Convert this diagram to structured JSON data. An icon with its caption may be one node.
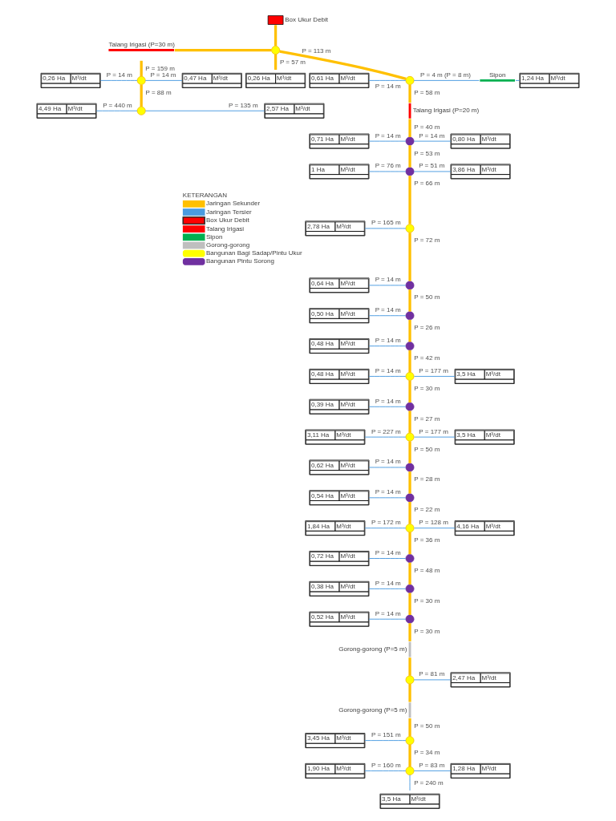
{
  "diagram": {
    "nodes": [
      {
        "text": [],
        "shape": "box",
        "beside": [
          "Box Ukur Debit"
        ]
      },
      {
        "text": [],
        "shape": "bar",
        "beside": [
          "Talang Irigasi (P=30 m)"
        ]
      },
      {
        "text": [],
        "shape": "circle"
      },
      {
        "text": [],
        "shape": "circle"
      },
      {
        "text": [
          "0,26 Ha",
          "M³/dt"
        ]
      },
      {
        "text": [
          "0,47 Ha",
          "M³/dt"
        ]
      },
      {
        "text": [
          "0,61 Ha",
          "M³/dt"
        ]
      },
      {
        "text": [],
        "shape": "circle"
      },
      {
        "text": [],
        "shape": "bar",
        "beside": [
          "Sipon"
        ]
      },
      {
        "text": [
          "1,24 Ha",
          "M³/dt"
        ]
      },
      {
        "text": [
          "0,26 Ha",
          "M³/dt"
        ]
      },
      {
        "text": [],
        "shape": "bar",
        "beside": [
          "Talang Irigasi (P=20 m)"
        ]
      },
      {
        "text": [],
        "shape": "circle"
      },
      {
        "text": [
          "4,49 Ha",
          "M³/dt"
        ]
      },
      {
        "text": [
          "2,57 Ha",
          "M³/dt"
        ]
      },
      {
        "text": [
          "0,71 Ha",
          "M³/dt"
        ]
      },
      {
        "text": [],
        "shape": "circle"
      },
      {
        "text": [
          "0,80 Ha",
          "M³/dt"
        ]
      },
      {
        "text": [
          "1 Ha",
          "M³/dt"
        ]
      },
      {
        "text": [],
        "shape": "circle"
      },
      {
        "text": [
          "3,86 Ha",
          "M³/dt"
        ]
      },
      {
        "text": [
          "2,78 Ha",
          "M³/dt"
        ]
      },
      {
        "text": [],
        "shape": "circle"
      },
      {
        "text": [
          "0,64 Ha",
          "M³/dt"
        ]
      },
      {
        "text": [],
        "shape": "circle"
      },
      {
        "text": [
          "0,50 Ha",
          "M³/dt"
        ]
      },
      {
        "text": [],
        "shape": "circle"
      },
      {
        "text": [
          "0,48 Ha",
          "M³/dt"
        ]
      },
      {
        "text": [],
        "shape": "circle"
      },
      {
        "text": [
          "0,48 Ha",
          "M³/dt"
        ]
      },
      {
        "text": [],
        "shape": "circle"
      },
      {
        "text": [
          "3,5 Ha",
          "M³/dt"
        ]
      },
      {
        "text": [
          "0,39 Ha",
          "M³/dt"
        ]
      },
      {
        "text": [],
        "shape": "circle"
      },
      {
        "text": [
          "3,11 Ha",
          "M³/dt"
        ]
      },
      {
        "text": [],
        "shape": "circle"
      },
      {
        "text": [
          "3,5 Ha",
          "M³/dt"
        ]
      },
      {
        "text": [
          "0,62 Ha",
          "M³/dt"
        ]
      },
      {
        "text": [],
        "shape": "circle"
      },
      {
        "text": [
          "0,54 Ha",
          "M³/dt"
        ]
      },
      {
        "text": [],
        "shape": "circle"
      },
      {
        "text": [
          "1,84 Ha",
          "M³/dt"
        ]
      },
      {
        "text": [],
        "shape": "circle"
      },
      {
        "text": [
          "4,16 Ha",
          "M³/dt"
        ]
      },
      {
        "text": [
          "0,72 Ha",
          "M³/dt"
        ]
      },
      {
        "text": [],
        "shape": "circle"
      },
      {
        "text": [
          "0,38 Ha",
          "M³/dt"
        ]
      },
      {
        "text": [],
        "shape": "circle"
      },
      {
        "text": [
          "0,52 Ha",
          "M³/dt"
        ]
      },
      {
        "text": [],
        "shape": "circle"
      },
      {
        "text": [],
        "shape": "bar",
        "beside": [
          "Gorong-gorong (P=5 m)"
        ]
      },
      {
        "text": [],
        "shape": "circle"
      },
      {
        "text": [
          "2,47 Ha",
          "M³/dt"
        ]
      },
      {
        "text": [],
        "shape": "bar",
        "beside": [
          "Gorong-gorong (P=5 m)"
        ]
      },
      {
        "text": [
          "3,45 Ha",
          "M³/dt"
        ]
      },
      {
        "text": [],
        "shape": "circle"
      },
      {
        "text": [
          "1,90 Ha",
          "M³/dt"
        ]
      },
      {
        "text": [],
        "shape": "circle"
      },
      {
        "text": [
          "1,28 Ha",
          "M³/dt"
        ]
      },
      {
        "text": [
          "3,5 Ha",
          "M³/dt"
        ]
      }
    ],
    "edges": [
      {
        "from": 0,
        "to": 2,
        "arrow": "none",
        "style": "thick",
        "color": "#ffc000"
      },
      {
        "from": 2,
        "to": 1,
        "arrow": "none",
        "style": "thick",
        "color": "#ffc000"
      },
      {
        "from": 1,
        "to": 3,
        "arrow": "none",
        "label": "P = 159 m",
        "style": "thick",
        "color": "#ffc000"
      },
      {
        "from": 2,
        "to": 10,
        "arrow": "none",
        "label": "P = 57 m",
        "style": "thick",
        "color": "#ffc000"
      },
      {
        "from": 2,
        "to": 7,
        "arrow": "none",
        "label": "P = 113 m",
        "style": "thick",
        "color": "#ffc000"
      },
      {
        "from": 3,
        "to": 4,
        "arrow": "none",
        "label": "P = 14 m"
      },
      {
        "from": 3,
        "to": 5,
        "arrow": "none",
        "label": "P = 14 m"
      },
      {
        "from": 3,
        "to": 12,
        "arrow": "none",
        "label": "P = 88 m",
        "style": "thick",
        "color": "#ffc000"
      },
      {
        "from": 12,
        "to": 13,
        "arrow": "none",
        "label": "P = 440 m"
      },
      {
        "from": 12,
        "to": 14,
        "arrow": "none",
        "label": "P = 135 m"
      },
      {
        "from": 7,
        "to": 6,
        "arrow": "none",
        "label": "P = 14 m"
      },
      {
        "from": 7,
        "to": 8,
        "arrow": "none",
        "label": "P = 4 m (P = 8 m)"
      },
      {
        "from": 8,
        "to": 9,
        "arrow": "none"
      },
      {
        "from": 7,
        "to": 11,
        "arrow": "none",
        "label": "P = 58 m",
        "style": "thick",
        "color": "#ffc000"
      },
      {
        "from": 11,
        "to": 16,
        "arrow": "none",
        "label": "P = 40 m",
        "style": "thick",
        "color": "#ffc000"
      },
      {
        "from": 16,
        "to": 15,
        "arrow": "none",
        "label": "P = 14 m"
      },
      {
        "from": 16,
        "to": 17,
        "arrow": "none",
        "label": "P = 14 m"
      },
      {
        "from": 16,
        "to": 19,
        "arrow": "none",
        "label": "P = 53 m",
        "style": "thick",
        "color": "#ffc000"
      },
      {
        "from": 19,
        "to": 18,
        "arrow": "none",
        "label": "P = 76 m"
      },
      {
        "from": 19,
        "to": 20,
        "arrow": "none",
        "label": "P = 51 m"
      },
      {
        "from": 19,
        "to": 22,
        "arrow": "none",
        "label": "P = 66 m",
        "style": "thick",
        "color": "#ffc000"
      },
      {
        "from": 22,
        "to": 21,
        "arrow": "none",
        "label": "P = 165 m"
      },
      {
        "from": 22,
        "to": 24,
        "arrow": "none",
        "label": "P = 72 m",
        "style": "thick",
        "color": "#ffc000"
      },
      {
        "from": 24,
        "to": 23,
        "arrow": "none",
        "label": "P = 14 m"
      },
      {
        "from": 24,
        "to": 26,
        "arrow": "none",
        "label": "P = 50 m",
        "style": "thick",
        "color": "#ffc000"
      },
      {
        "from": 26,
        "to": 25,
        "arrow": "none",
        "label": "P = 14 m"
      },
      {
        "from": 26,
        "to": 28,
        "arrow": "none",
        "label": "P = 26 m",
        "style": "thick",
        "color": "#ffc000"
      },
      {
        "from": 28,
        "to": 27,
        "arrow": "none",
        "label": "P = 14 m"
      },
      {
        "from": 28,
        "to": 30,
        "arrow": "none",
        "label": "P = 42 m",
        "style": "thick",
        "color": "#ffc000"
      },
      {
        "from": 30,
        "to": 29,
        "arrow": "none",
        "label": "P = 14 m"
      },
      {
        "from": 30,
        "to": 31,
        "arrow": "none",
        "label": "P = 177 m"
      },
      {
        "from": 30,
        "to": 33,
        "arrow": "none",
        "label": "P = 30 m",
        "style": "thick",
        "color": "#ffc000"
      },
      {
        "from": 33,
        "to": 32,
        "arrow": "none",
        "label": "P = 14 m"
      },
      {
        "from": 33,
        "to": 35,
        "arrow": "none",
        "label": "P = 27 m",
        "style": "thick",
        "color": "#ffc000"
      },
      {
        "from": 35,
        "to": 34,
        "arrow": "none",
        "label": "P = 227 m"
      },
      {
        "from": 35,
        "to": 36,
        "arrow": "none",
        "label": "P = 177 m"
      },
      {
        "from": 35,
        "to": 38,
        "arrow": "none",
        "label": "P = 50 m",
        "style": "thick",
        "color": "#ffc000"
      },
      {
        "from": 38,
        "to": 37,
        "arrow": "none",
        "label": "P = 14 m"
      },
      {
        "from": 38,
        "to": 40,
        "arrow": "none",
        "label": "P = 28 m",
        "style": "thick",
        "color": "#ffc000"
      },
      {
        "from": 40,
        "to": 39,
        "arrow": "none",
        "label": "P = 14 m"
      },
      {
        "from": 40,
        "to": 42,
        "arrow": "none",
        "label": "P = 22 m",
        "style": "thick",
        "color": "#ffc000"
      },
      {
        "from": 42,
        "to": 41,
        "arrow": "none",
        "label": "P = 172 m"
      },
      {
        "from": 42,
        "to": 43,
        "arrow": "none",
        "label": "P = 128 m"
      },
      {
        "from": 42,
        "to": 45,
        "arrow": "none",
        "label": "P = 36 m",
        "style": "thick",
        "color": "#ffc000"
      },
      {
        "from": 45,
        "to": 44,
        "arrow": "none",
        "label": "P = 14 m"
      },
      {
        "from": 45,
        "to": 47,
        "arrow": "none",
        "label": "P = 48 m",
        "style": "thick",
        "color": "#ffc000"
      },
      {
        "from": 47,
        "to": 46,
        "arrow": "none",
        "label": "P = 14 m"
      },
      {
        "from": 47,
        "to": 49,
        "arrow": "none",
        "label": "P = 30 m",
        "style": "thick",
        "color": "#ffc000"
      },
      {
        "from": 49,
        "to": 48,
        "arrow": "none",
        "label": "P = 14 m"
      },
      {
        "from": 49,
        "to": 50,
        "arrow": "none",
        "label": "P = 30 m",
        "style": "thick",
        "color": "#ffc000"
      },
      {
        "from": 50,
        "to": 51,
        "arrow": "none",
        "style": "thick",
        "color": "#ffc000"
      },
      {
        "from": 51,
        "to": 52,
        "arrow": "none",
        "label": "P = 81 m"
      },
      {
        "from": 51,
        "to": 53,
        "arrow": "none",
        "style": "thick",
        "color": "#ffc000"
      },
      {
        "from": 53,
        "to": 55,
        "arrow": "none",
        "label": "P = 50 m",
        "style": "thick",
        "color": "#ffc000"
      },
      {
        "from": 55,
        "to": 54,
        "arrow": "none",
        "label": "P = 151 m"
      },
      {
        "from": 55,
        "to": 57,
        "arrow": "none",
        "label": "P = 34 m",
        "style": "thick",
        "color": "#ffc000"
      },
      {
        "from": 57,
        "to": 56,
        "arrow": "none",
        "label": "P = 160 m"
      },
      {
        "from": 57,
        "to": 58,
        "arrow": "none",
        "label": "P = 83 m"
      },
      {
        "from": 57,
        "to": 59,
        "arrow": "none",
        "label": "P = 240 m"
      }
    ],
    "labels": [
      "KETERANGAN"
    ],
    "legend": [
      {
        "text": "Jaringan Sekunder"
      },
      {
        "text": "Jaringan Tersier"
      },
      {
        "text": "Box Ukur Debit",
        "color": "#ff0000"
      },
      {
        "text": "Talang Irigasi"
      },
      {
        "text": "Sipon"
      },
      {
        "text": "Gorong-gorong"
      },
      {
        "text": "Bangunan Bagi Sadap/Pintu Ukur"
      },
      {
        "text": "Bangunan Pintu Sorong"
      }
    ]
  }
}
